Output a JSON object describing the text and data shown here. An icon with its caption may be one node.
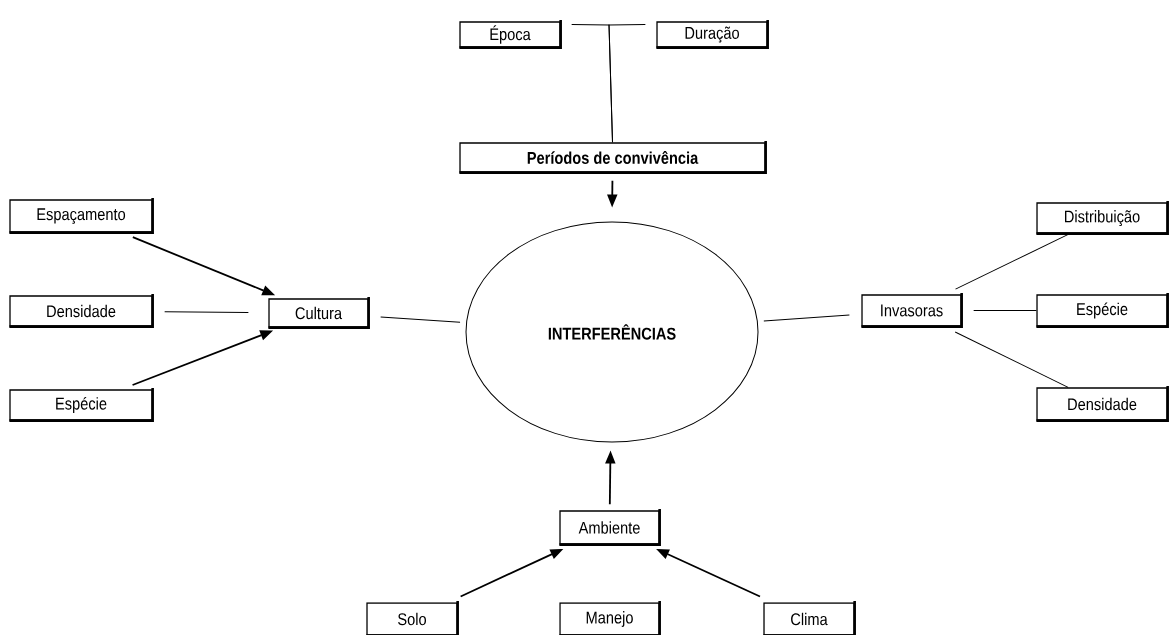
{
  "diagram": {
    "nodes": [
      {
        "text": [
          "Época"
        ]
      },
      {
        "text": [
          "Duração"
        ]
      },
      {
        "text": [
          "Períodos de convivência"
        ]
      },
      {
        "text": [
          "Espaçamento"
        ]
      },
      {
        "text": [
          "Distribuição"
        ]
      },
      {
        "text": [
          "Densidade"
        ]
      },
      {
        "text": [
          "Cultura"
        ]
      },
      {
        "text": [
          "INTERFERÊNCIAS"
        ]
      },
      {
        "text": [
          "Invasoras"
        ]
      },
      {
        "text": [
          "Espécie"
        ]
      },
      {
        "text": [
          "Espécie"
        ]
      },
      {
        "text": [
          "Densidade"
        ]
      },
      {
        "text": [
          "Ambiente"
        ]
      },
      {
        "text": [
          "Solo"
        ]
      },
      {
        "text": [
          "Manejo"
        ]
      },
      {
        "text": [
          "Clima"
        ]
      }
    ],
    "edges": [
      {
        "from": 0,
        "to": 2,
        "arrow": "none"
      },
      {
        "from": 1,
        "to": 2,
        "arrow": "none"
      },
      {
        "from": 2,
        "to": 7,
        "arrow": "to"
      },
      {
        "from": 3,
        "to": 6,
        "arrow": "to"
      },
      {
        "from": 5,
        "to": 6,
        "arrow": "none"
      },
      {
        "from": 10,
        "to": 6,
        "arrow": "to"
      },
      {
        "from": 6,
        "to": 7,
        "arrow": "none"
      },
      {
        "from": 7,
        "to": 8,
        "arrow": "none"
      },
      {
        "from": 8,
        "to": 4,
        "arrow": "none"
      },
      {
        "from": 8,
        "to": 9,
        "arrow": "none"
      },
      {
        "from": 8,
        "to": 11,
        "arrow": "none"
      },
      {
        "from": 12,
        "to": 7,
        "arrow": "to"
      },
      {
        "from": 13,
        "to": 12,
        "arrow": "to"
      },
      {
        "from": 15,
        "to": 12,
        "arrow": "to"
      }
    ]
  }
}
